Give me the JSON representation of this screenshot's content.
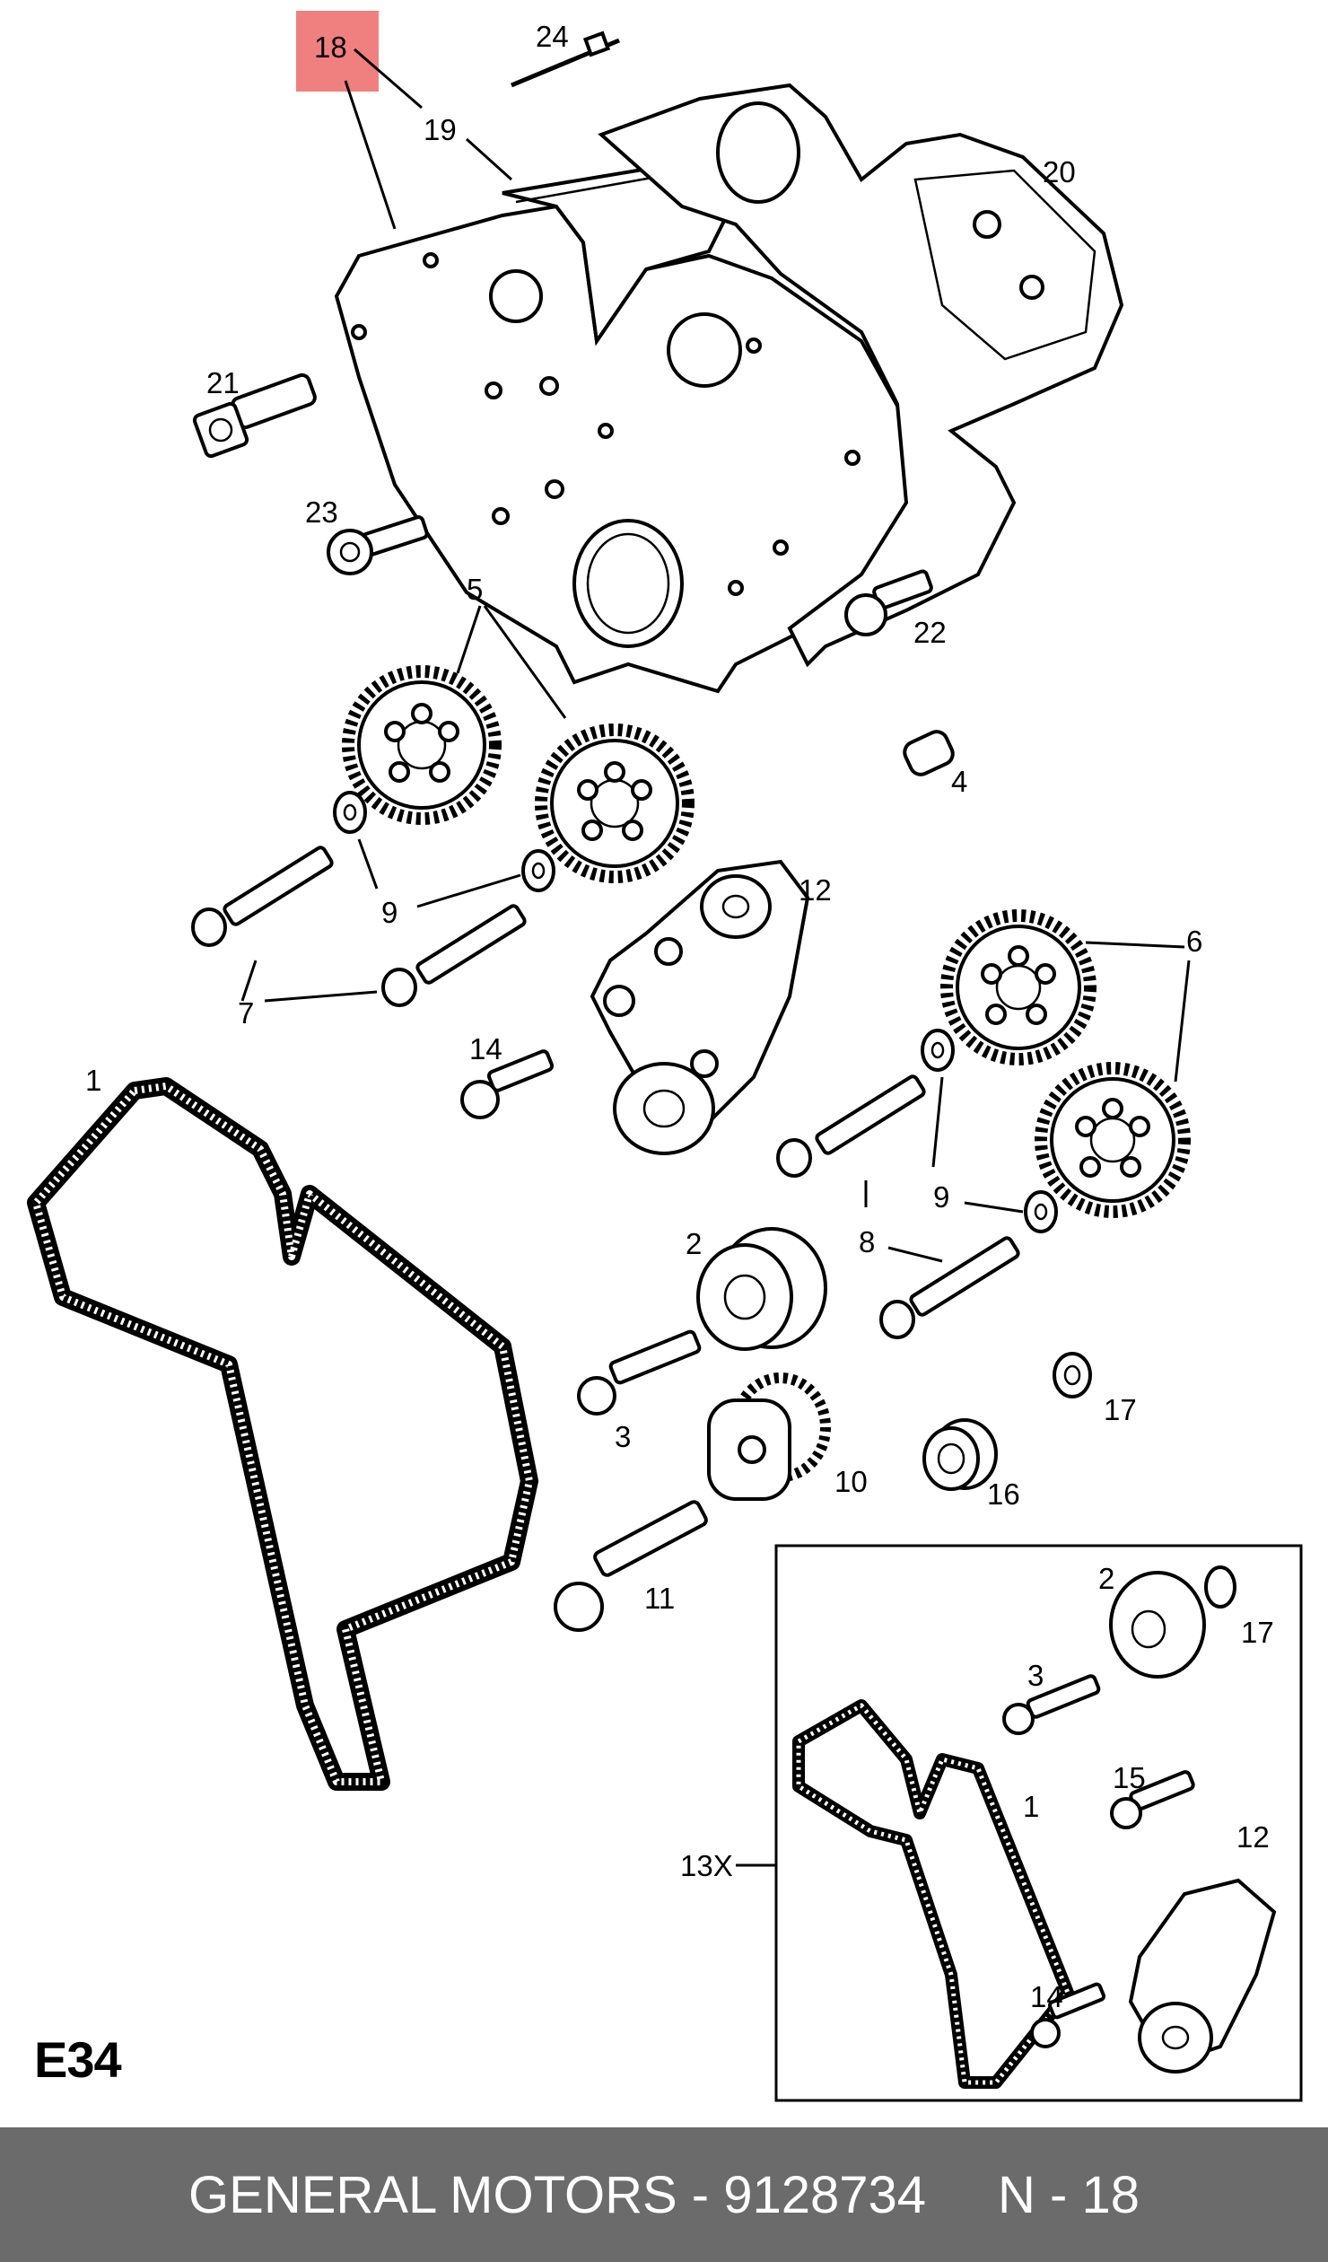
{
  "diagram": {
    "highlighted_callout": "18",
    "highlight_color": "#f08080",
    "page_code": "E34",
    "callouts": {
      "c18": "18",
      "c24": "24",
      "c19": "19",
      "c20": "20",
      "c21": "21",
      "c23": "23",
      "c5": "5",
      "c22": "22",
      "c4": "4",
      "c12": "12",
      "c9a": "9",
      "c9b": "9",
      "c7": "7",
      "c6": "6",
      "c14": "14",
      "c1": "1",
      "c8": "8",
      "c2": "2",
      "c3": "3",
      "c17": "17",
      "c10": "10",
      "c16": "16",
      "c11": "11",
      "inset_2": "2",
      "inset_17": "17",
      "inset_3": "3",
      "inset_15": "15",
      "inset_1": "1",
      "inset_12": "12",
      "inset_13x": "13X",
      "inset_14": "14"
    }
  },
  "footer": {
    "title": "GENERAL MOTORS - 9128734",
    "ref": "N - 18",
    "bg_color": "#6b6b6b"
  }
}
